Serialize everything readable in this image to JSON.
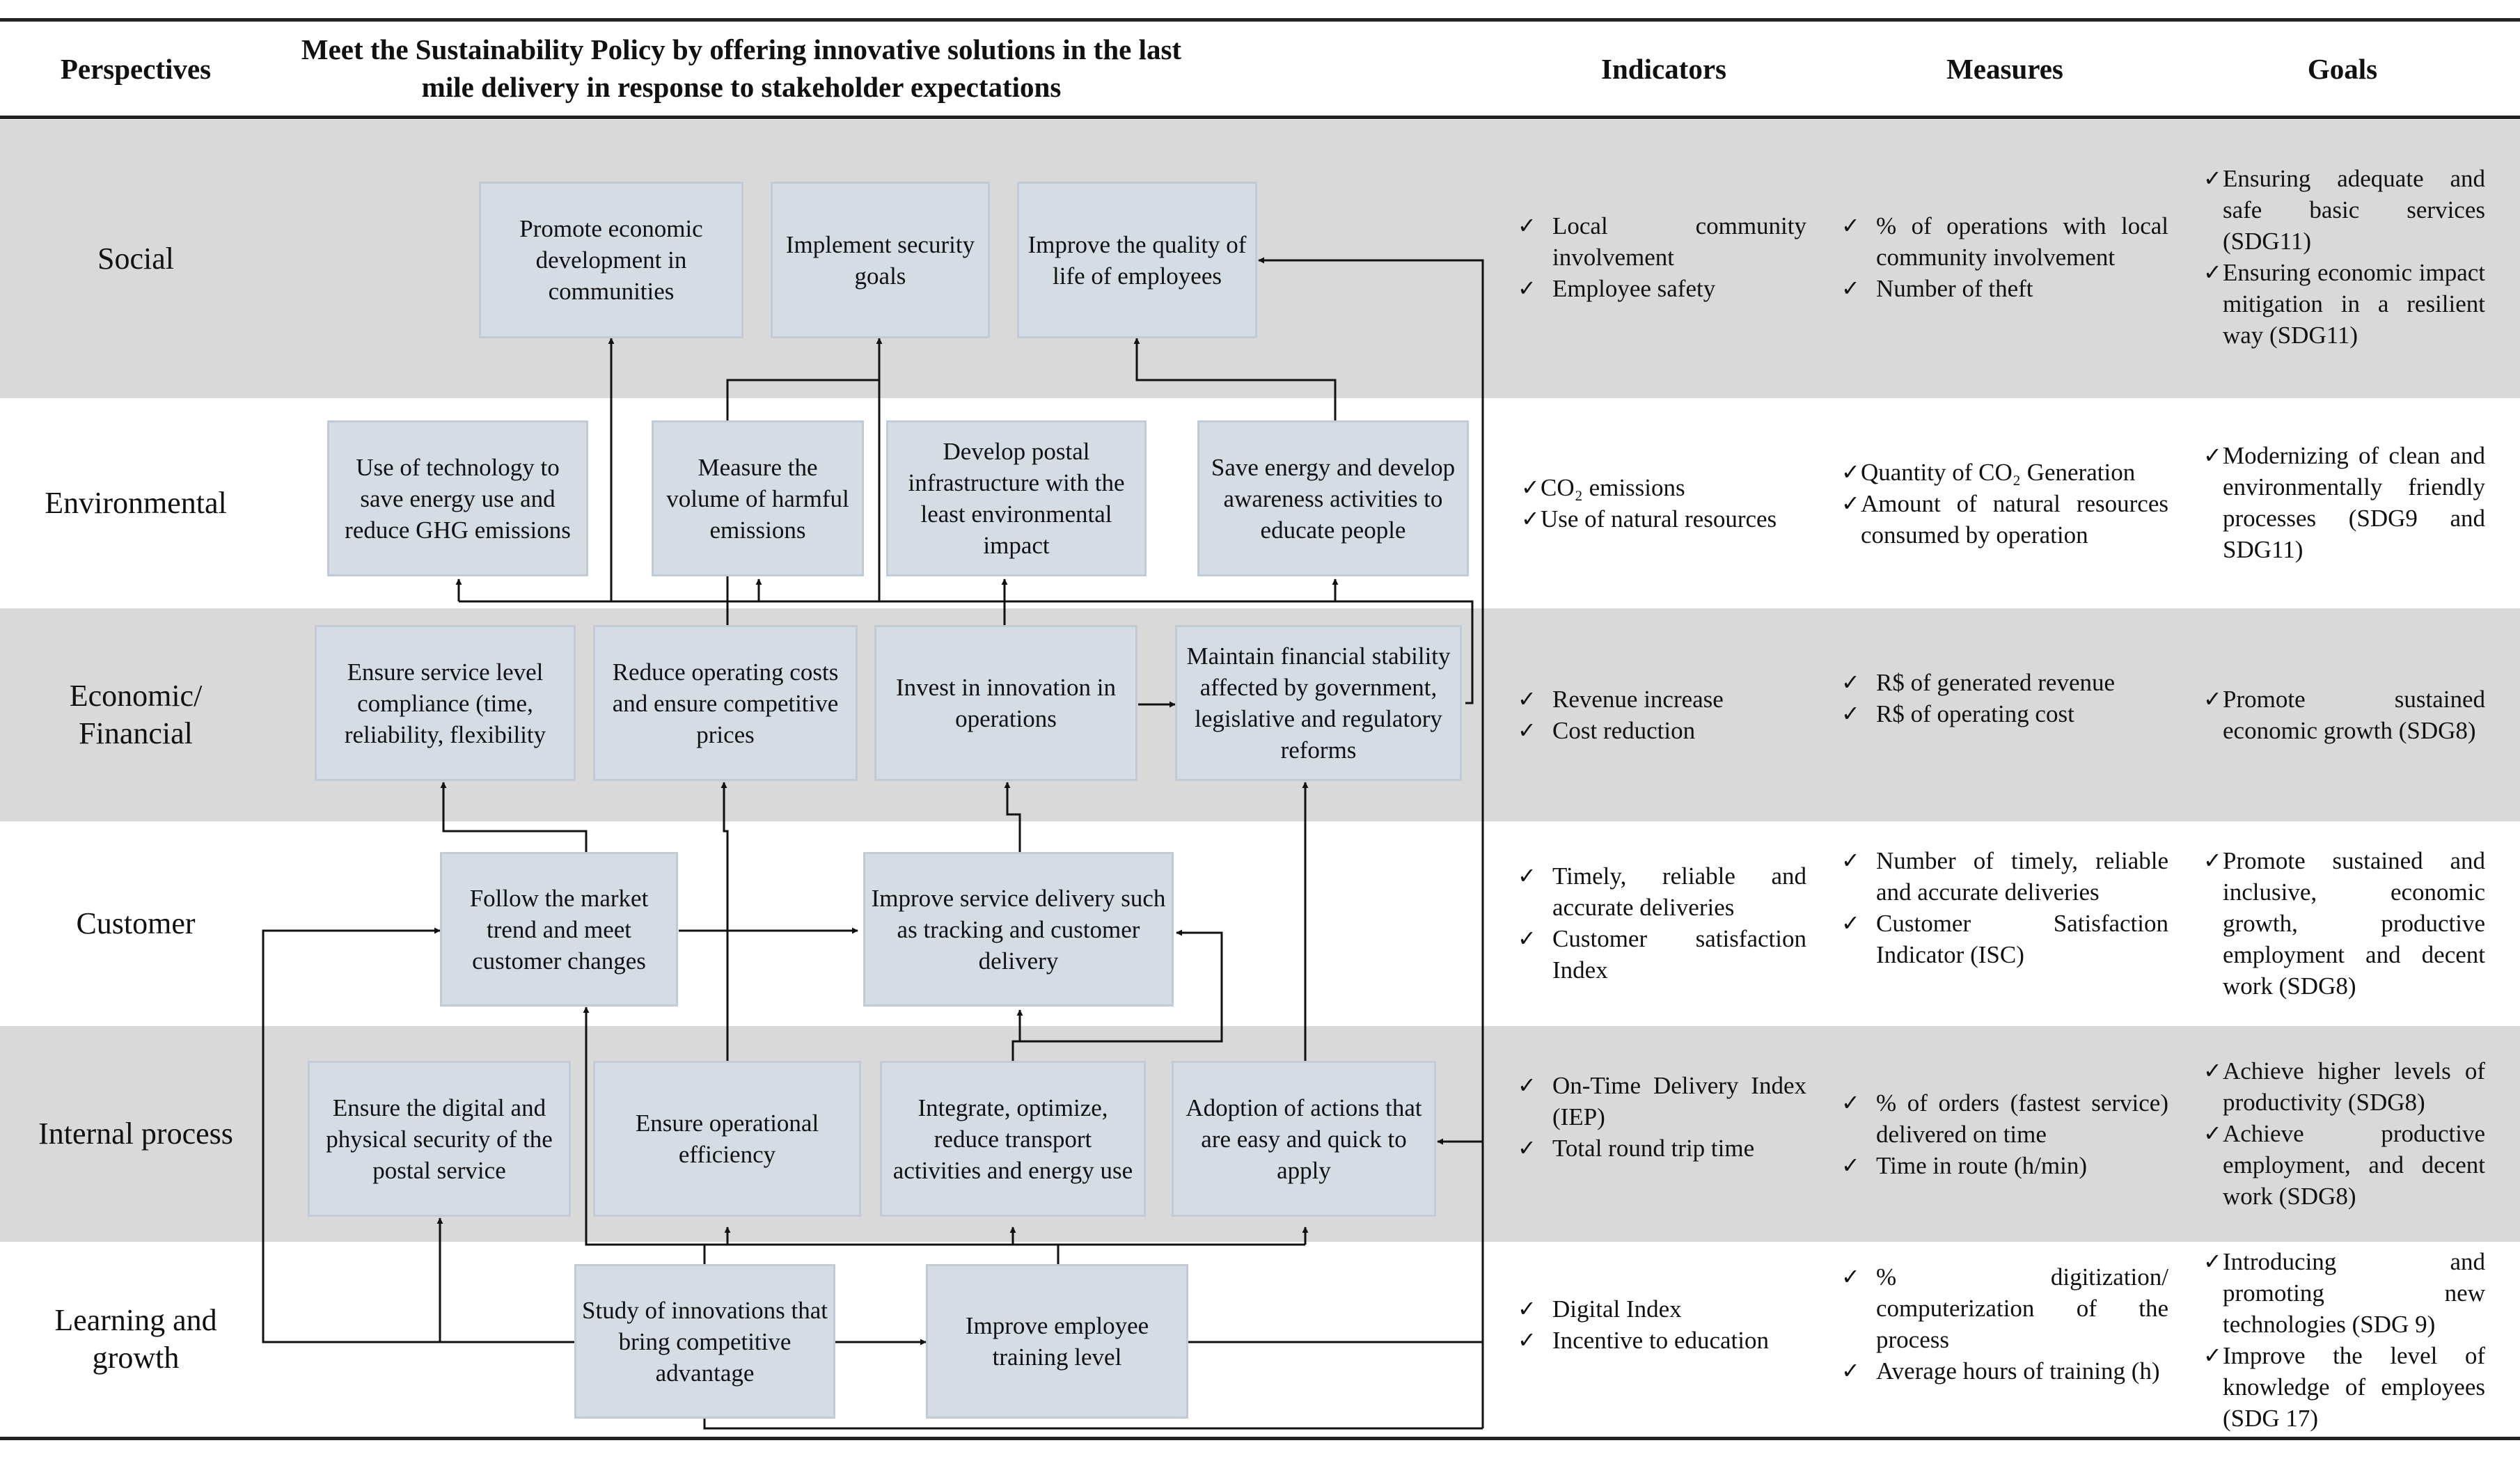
{
  "header": {
    "perspectives": "Perspectives",
    "strategy": "Meet the Sustainability Policy by offering innovative solutions in the last mile delivery in response to stakeholder expectations",
    "indicators": "Indicators",
    "measures": "Measures",
    "goals": "Goals"
  },
  "perspectives": {
    "social": "Social",
    "environmental": "Environmental",
    "economic": "Economic/ Financial",
    "customer": "Customer",
    "internal": "Internal process",
    "learning": "Learning and growth"
  },
  "boxes": {
    "promote_econ": "Promote economic development in communities",
    "security_goals": "Implement security goals",
    "quality_life": "Improve the quality of life of employees",
    "tech_energy": "Use of technology to save energy use and reduce GHG emissions",
    "measure_emissions": "Measure the volume of harmful emissions",
    "postal_infra": "Develop postal infrastructure with the least environmental impact",
    "save_energy": "Save energy and develop awareness activities to educate people",
    "service_level": "Ensure service level compliance (time, reliability, flexibility",
    "reduce_costs": "Reduce operating costs and ensure competitive prices",
    "invest_innovation": "Invest in innovation in operations",
    "financial_stability": "Maintain financial stability affected by government, legislative and regulatory reforms",
    "market_trend": "Follow the market trend and meet customer changes",
    "service_delivery": "Improve service delivery such as tracking and customer delivery",
    "digital_security": "Ensure the digital and physical security of the postal service",
    "operational_efficiency": "Ensure operational efficiency",
    "integrate_optimize": "Integrate, optimize, reduce transport activities and energy use",
    "adoption_actions": "Adoption of actions that are easy and quick to apply",
    "study_innovations": "Study of innovations that bring competitive advantage",
    "employee_training": "Improve employee training level"
  },
  "indicators": {
    "social": [
      "Local community involvement",
      "Employee safety"
    ],
    "environmental": [
      "CO₂ emissions",
      "Use of natural resources"
    ],
    "economic": [
      "Revenue increase",
      "Cost reduction"
    ],
    "customer": [
      "Timely, reliable and accurate deliveries",
      "Customer satisfaction Index"
    ],
    "internal": [
      "On-Time Delivery Index (IEP)",
      "Total round trip time"
    ],
    "learning": [
      "Digital Index",
      "Incentive to education"
    ]
  },
  "measures": {
    "social": [
      "% of operations with local community involvement",
      "Number of theft"
    ],
    "environmental": [
      "Quantity of CO₂ Generation",
      "Amount of natural resources consumed by operation"
    ],
    "economic": [
      "R$ of generated revenue",
      "R$ of operating cost"
    ],
    "customer": [
      "Number of timely, reliable and accurate deliveries",
      "Customer Satisfaction Indicator (ISC)"
    ],
    "internal": [
      "% of orders (fastest service) delivered on time",
      "Time in route (h/min)"
    ],
    "learning": [
      "% digitization/ computerization of the process",
      "Average hours of training (h)"
    ]
  },
  "goals": {
    "social": [
      "Ensuring adequate and safe basic services (SDG11)",
      "Ensuring economic impact mitigation in a resilient way (SDG11)"
    ],
    "environmental": [
      "Modernizing of clean and environmentally friendly processes (SDG9 and SDG11)"
    ],
    "economic": [
      "Promote sustained economic growth (SDG8)"
    ],
    "customer": [
      "Promote sustained and inclusive, economic growth, productive employment and decent work (SDG8)"
    ],
    "internal": [
      "Achieve higher levels of productivity (SDG8)",
      "Achieve productive employment, and decent work (SDG8)"
    ],
    "learning": [
      "Introducing and promoting new technologies (SDG 9)",
      "Improve the level of knowledge of employees (SDG 17)"
    ]
  },
  "colors": {
    "band": "#d9d9d9",
    "box_fill": "#d6dce4",
    "box_border": "#c2cad6",
    "lines": "#111111"
  }
}
